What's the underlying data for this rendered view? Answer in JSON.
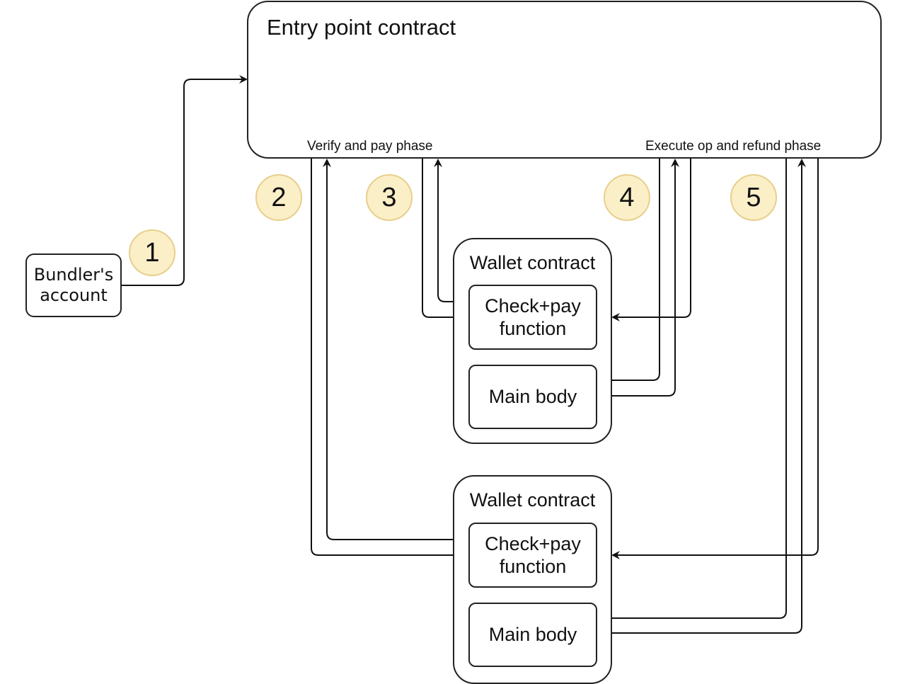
{
  "entry_point": {
    "title": "Entry point contract"
  },
  "phases": {
    "verify": "Verify and pay phase",
    "execute": "Execute op and refund phase"
  },
  "bundler": {
    "label": "Bundler's account"
  },
  "wallets": [
    {
      "title": "Wallet contract",
      "check_pay": "Check+pay function",
      "main_body": "Main body"
    },
    {
      "title": "Wallet contract",
      "check_pay": "Check+pay function",
      "main_body": "Main body"
    }
  ],
  "steps": [
    "1",
    "2",
    "3",
    "4",
    "5"
  ],
  "colors": {
    "badge_fill": "#fbefc8",
    "badge_border": "#e8cf8a",
    "line": "#111111"
  }
}
